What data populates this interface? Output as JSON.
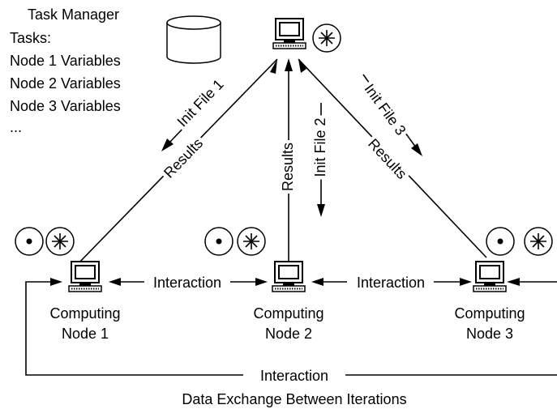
{
  "manager": {
    "title": "Task Manager",
    "tasks_label": "Tasks:",
    "tasks": [
      "Node 1 Variables",
      "Node 2 Variables",
      "Node 3 Variables",
      "..."
    ]
  },
  "links": {
    "init_file_1": "Init File 1",
    "init_file_2": "Init File 2",
    "init_file_3": "Init File 3",
    "results": "Results",
    "interaction": "Interaction"
  },
  "nodes": [
    {
      "line1": "Computing",
      "line2": "Node 1"
    },
    {
      "line1": "Computing",
      "line2": "Node 2"
    },
    {
      "line1": "Computing",
      "line2": "Node 3"
    }
  ],
  "caption": "Data Exchange Between Iterations",
  "icons": {
    "database": "database-icon",
    "computer": "computer-icon",
    "asterisk": "asterisk-icon",
    "dot": "dot-icon"
  }
}
